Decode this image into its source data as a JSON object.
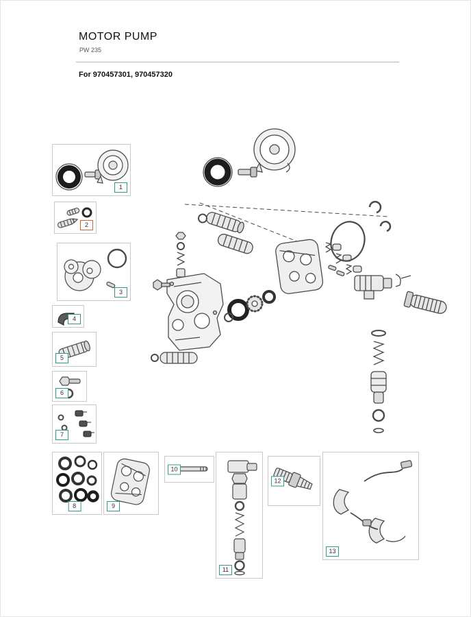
{
  "page": {
    "title": "MOTOR PUMP",
    "subtitle": "PW 235",
    "models_line": "For 970457301, 970457320"
  },
  "callouts": [
    {
      "number": "1",
      "highlighted": false
    },
    {
      "number": "2",
      "highlighted": true
    },
    {
      "number": "3",
      "highlighted": false
    },
    {
      "number": "4",
      "highlighted": false
    },
    {
      "number": "5",
      "highlighted": false
    },
    {
      "number": "6",
      "highlighted": false
    },
    {
      "number": "7",
      "highlighted": false
    },
    {
      "number": "8",
      "highlighted": false
    },
    {
      "number": "9",
      "highlighted": false
    },
    {
      "number": "10",
      "highlighted": false
    },
    {
      "number": "11",
      "highlighted": false
    },
    {
      "number": "12",
      "highlighted": false
    },
    {
      "number": "13",
      "highlighted": false
    }
  ],
  "colors": {
    "callout_teal": "#2f9b8f",
    "callout_highlight": "#d2603a",
    "box_border": "#c9c9c9",
    "line_art": "#4a4a4a"
  }
}
